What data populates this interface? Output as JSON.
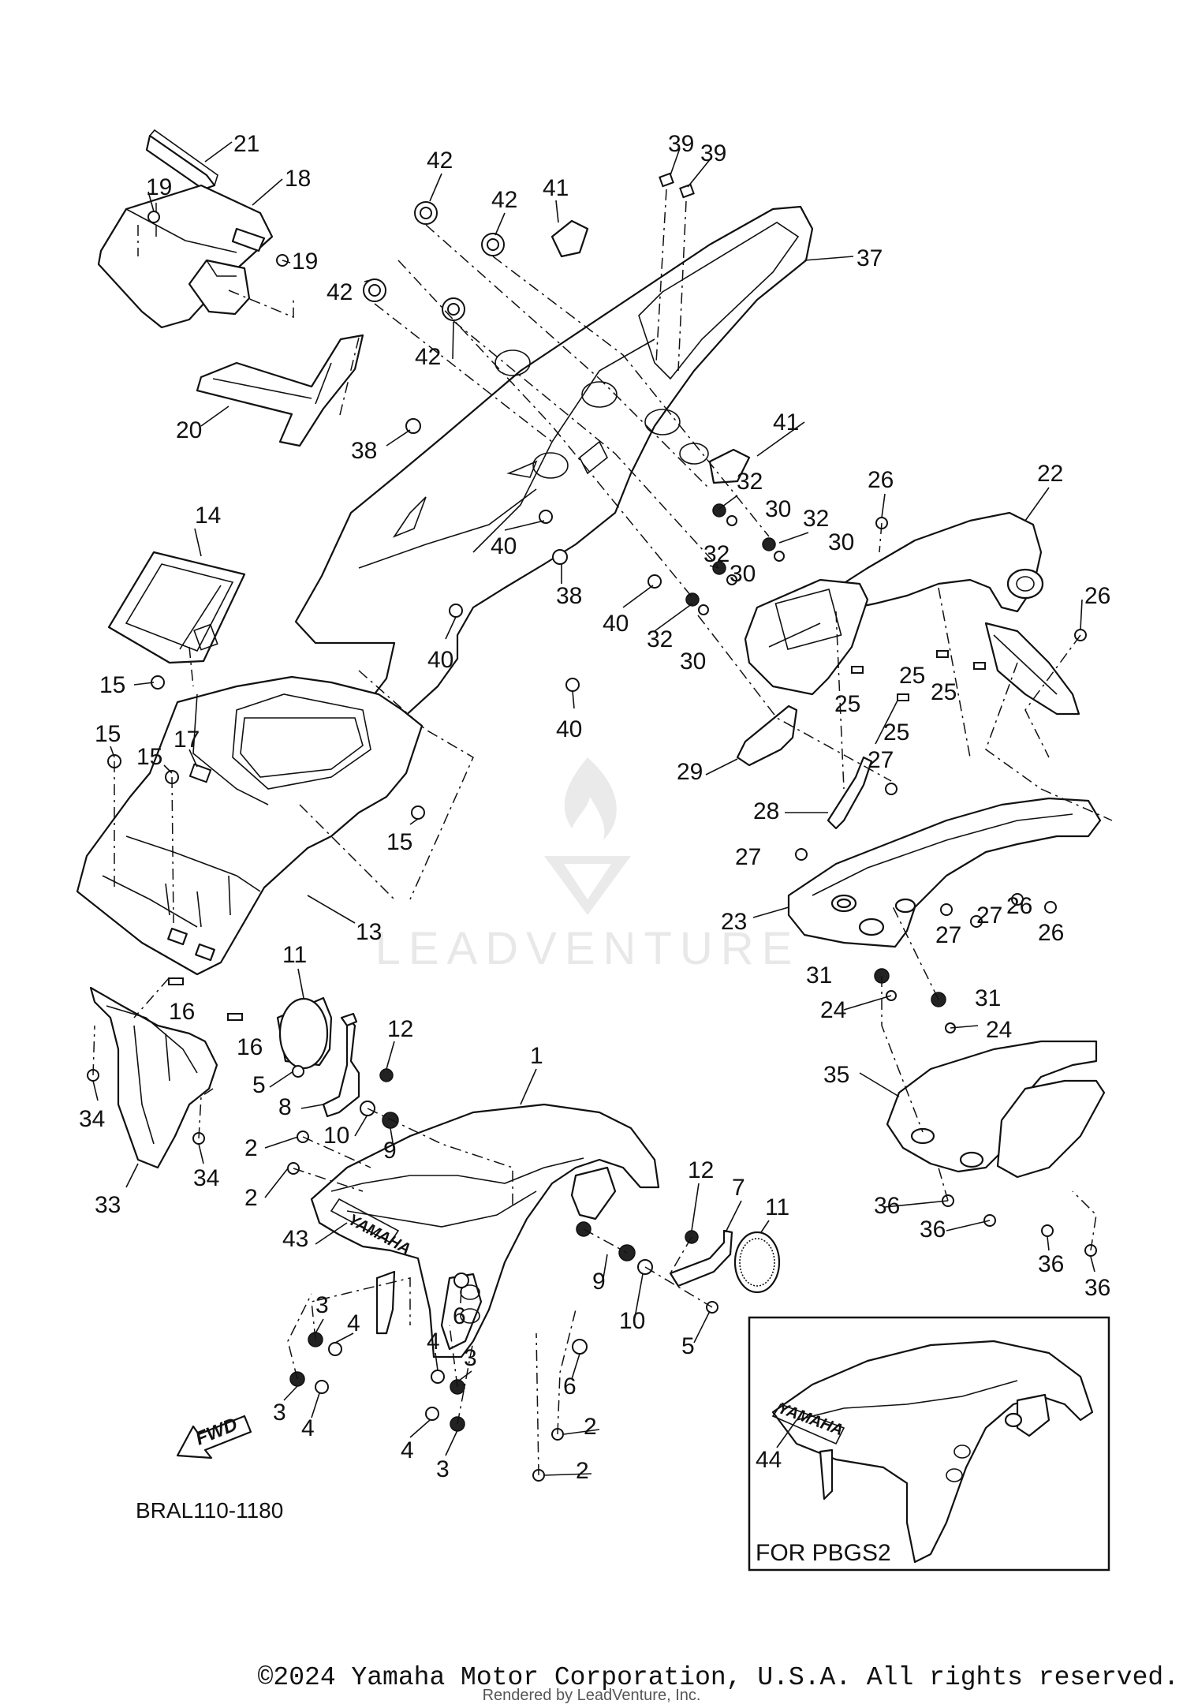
{
  "diagram": {
    "code": "BRAL110-1180",
    "inset_caption": "FOR PBGS2",
    "fwd_label": "FWD",
    "fender_logo": "YAMAHA",
    "watermark": "LEADVENTURE",
    "copyright": "©2024 Yamaha Motor Corporation, U.S.A. All rights reserved.",
    "rendered_by": "Rendered by LeadVenture, Inc."
  },
  "callouts": [
    {
      "id": "c1",
      "label": "1"
    },
    {
      "id": "c2a",
      "label": "2"
    },
    {
      "id": "c2b",
      "label": "2"
    },
    {
      "id": "c2c",
      "label": "2"
    },
    {
      "id": "c2d",
      "label": "2"
    },
    {
      "id": "c3a",
      "label": "3"
    },
    {
      "id": "c3b",
      "label": "3"
    },
    {
      "id": "c3c",
      "label": "3"
    },
    {
      "id": "c3d",
      "label": "3"
    },
    {
      "id": "c4a",
      "label": "4"
    },
    {
      "id": "c4b",
      "label": "4"
    },
    {
      "id": "c4c",
      "label": "4"
    },
    {
      "id": "c4d",
      "label": "4"
    },
    {
      "id": "c5a",
      "label": "5"
    },
    {
      "id": "c5b",
      "label": "5"
    },
    {
      "id": "c6a",
      "label": "6"
    },
    {
      "id": "c6b",
      "label": "6"
    },
    {
      "id": "c7",
      "label": "7"
    },
    {
      "id": "c8",
      "label": "8"
    },
    {
      "id": "c9a",
      "label": "9"
    },
    {
      "id": "c9b",
      "label": "9"
    },
    {
      "id": "c10a",
      "label": "10"
    },
    {
      "id": "c10b",
      "label": "10"
    },
    {
      "id": "c11a",
      "label": "11"
    },
    {
      "id": "c11b",
      "label": "11"
    },
    {
      "id": "c12a",
      "label": "12"
    },
    {
      "id": "c12b",
      "label": "12"
    },
    {
      "id": "c13",
      "label": "13"
    },
    {
      "id": "c14",
      "label": "14"
    },
    {
      "id": "c15a",
      "label": "15"
    },
    {
      "id": "c15b",
      "label": "15"
    },
    {
      "id": "c15c",
      "label": "15"
    },
    {
      "id": "c15d",
      "label": "15"
    },
    {
      "id": "c16a",
      "label": "16"
    },
    {
      "id": "c16b",
      "label": "16"
    },
    {
      "id": "c17",
      "label": "17"
    },
    {
      "id": "c18",
      "label": "18"
    },
    {
      "id": "c19a",
      "label": "19"
    },
    {
      "id": "c19b",
      "label": "19"
    },
    {
      "id": "c20",
      "label": "20"
    },
    {
      "id": "c21",
      "label": "21"
    },
    {
      "id": "c22",
      "label": "22"
    },
    {
      "id": "c23",
      "label": "23"
    },
    {
      "id": "c24a",
      "label": "24"
    },
    {
      "id": "c24b",
      "label": "24"
    },
    {
      "id": "c25a",
      "label": "25"
    },
    {
      "id": "c25b",
      "label": "25"
    },
    {
      "id": "c25c",
      "label": "25"
    },
    {
      "id": "c25d",
      "label": "25"
    },
    {
      "id": "c26a",
      "label": "26"
    },
    {
      "id": "c26b",
      "label": "26"
    },
    {
      "id": "c26c",
      "label": "26"
    },
    {
      "id": "c26d",
      "label": "26"
    },
    {
      "id": "c27a",
      "label": "27"
    },
    {
      "id": "c27b",
      "label": "27"
    },
    {
      "id": "c27c",
      "label": "27"
    },
    {
      "id": "c27d",
      "label": "27"
    },
    {
      "id": "c28",
      "label": "28"
    },
    {
      "id": "c29",
      "label": "29"
    },
    {
      "id": "c30a",
      "label": "30"
    },
    {
      "id": "c30b",
      "label": "30"
    },
    {
      "id": "c30c",
      "label": "30"
    },
    {
      "id": "c30d",
      "label": "30"
    },
    {
      "id": "c31a",
      "label": "31"
    },
    {
      "id": "c31b",
      "label": "31"
    },
    {
      "id": "c32a",
      "label": "32"
    },
    {
      "id": "c32b",
      "label": "32"
    },
    {
      "id": "c32c",
      "label": "32"
    },
    {
      "id": "c32d",
      "label": "32"
    },
    {
      "id": "c33",
      "label": "33"
    },
    {
      "id": "c34a",
      "label": "34"
    },
    {
      "id": "c34b",
      "label": "34"
    },
    {
      "id": "c35",
      "label": "35"
    },
    {
      "id": "c36a",
      "label": "36"
    },
    {
      "id": "c36b",
      "label": "36"
    },
    {
      "id": "c36c",
      "label": "36"
    },
    {
      "id": "c36d",
      "label": "36"
    },
    {
      "id": "c37",
      "label": "37"
    },
    {
      "id": "c38a",
      "label": "38"
    },
    {
      "id": "c38b",
      "label": "38"
    },
    {
      "id": "c39a",
      "label": "39"
    },
    {
      "id": "c39b",
      "label": "39"
    },
    {
      "id": "c40a",
      "label": "40"
    },
    {
      "id": "c40b",
      "label": "40"
    },
    {
      "id": "c40c",
      "label": "40"
    },
    {
      "id": "c40d",
      "label": "40"
    },
    {
      "id": "c41a",
      "label": "41"
    },
    {
      "id": "c41b",
      "label": "41"
    },
    {
      "id": "c42a",
      "label": "42"
    },
    {
      "id": "c42b",
      "label": "42"
    },
    {
      "id": "c42c",
      "label": "42"
    },
    {
      "id": "c42d",
      "label": "42"
    },
    {
      "id": "c43",
      "label": "43"
    },
    {
      "id": "c44",
      "label": "44"
    }
  ]
}
